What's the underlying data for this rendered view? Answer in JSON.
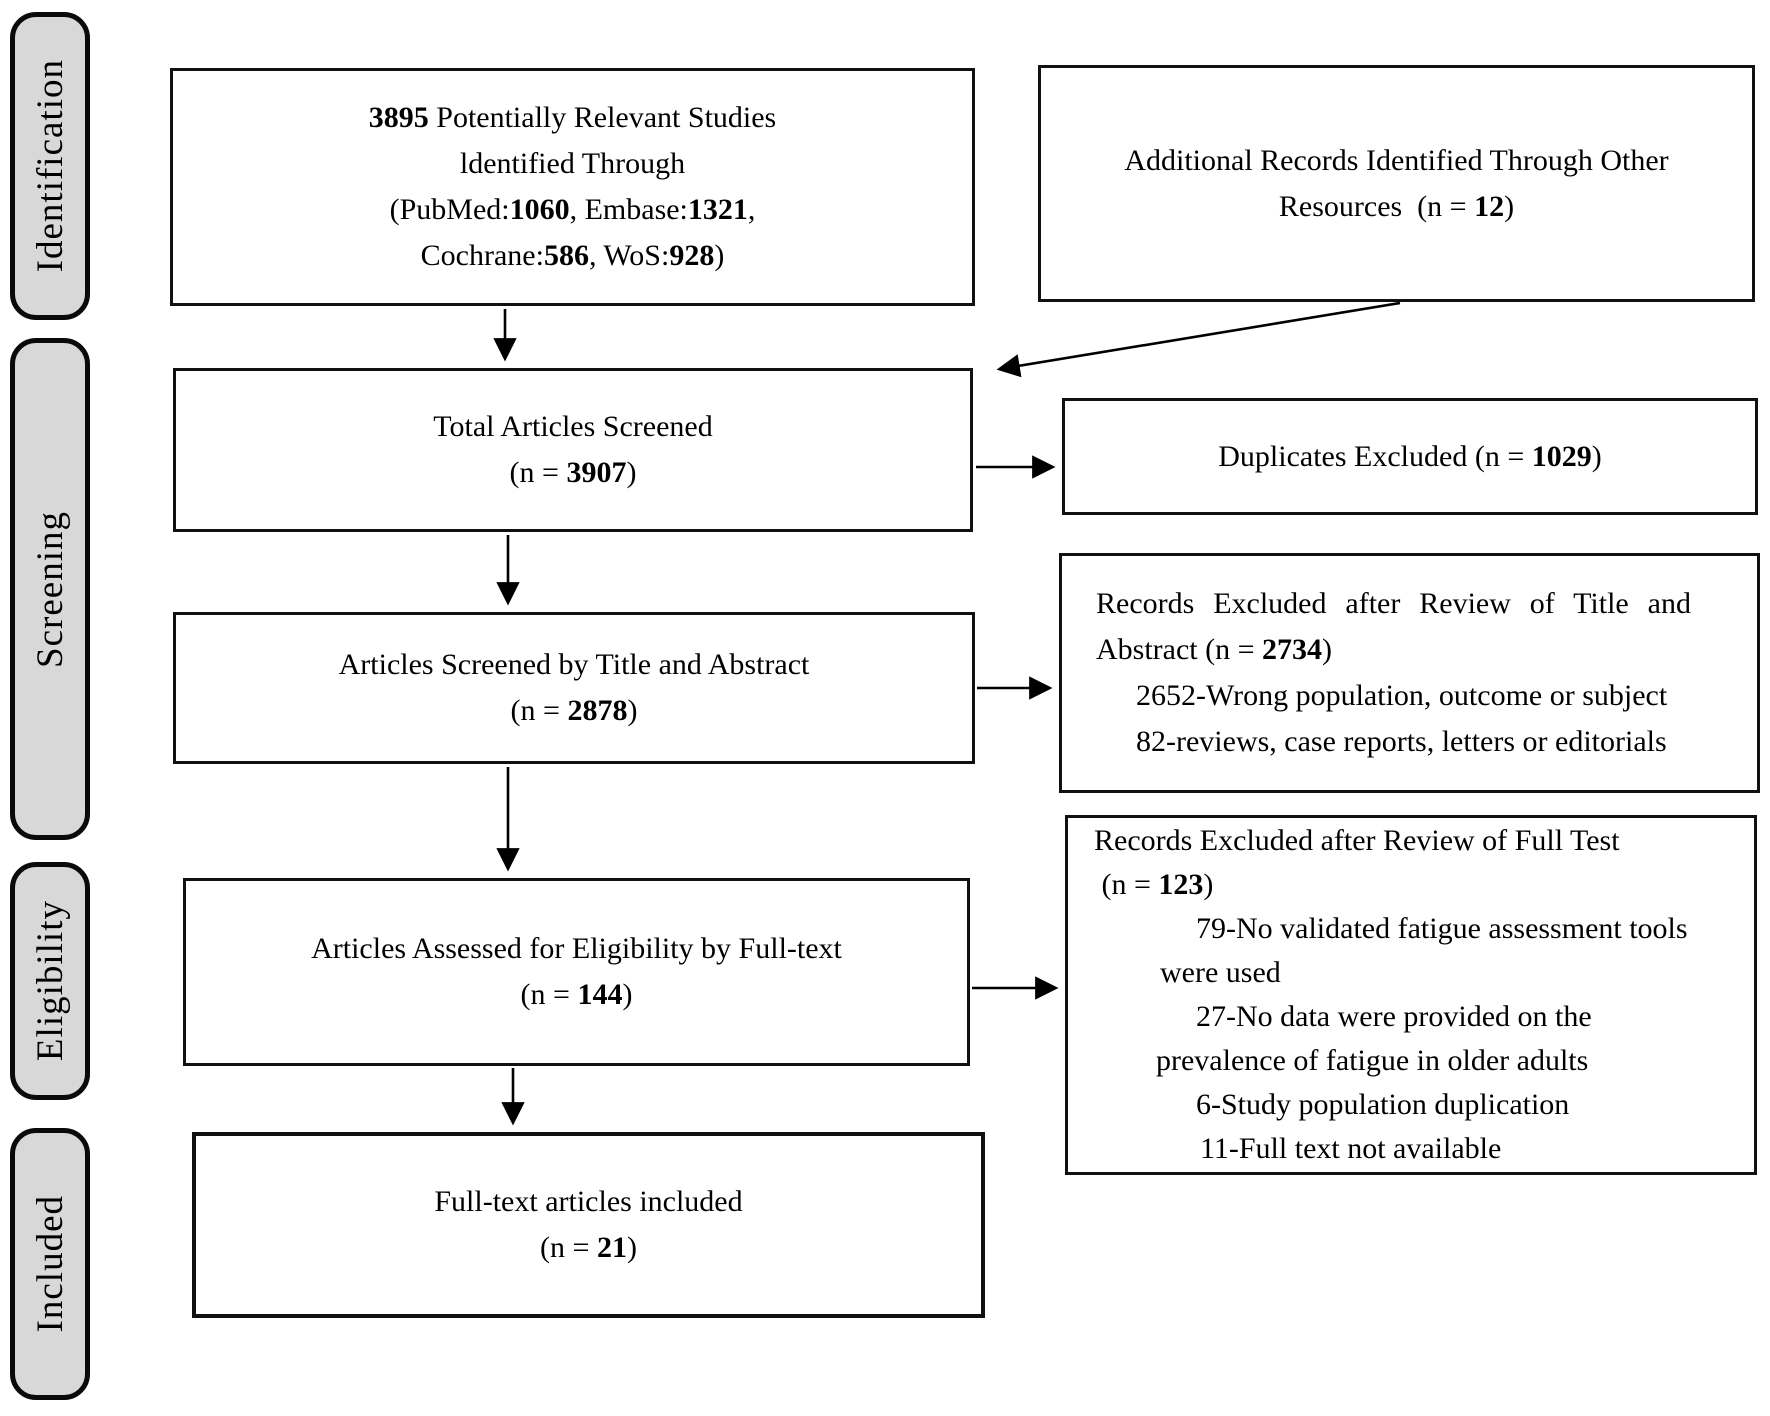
{
  "diagram_type": "prisma-flow-diagram",
  "colors": {
    "stage_label_fill": "#d8d8d8",
    "line_color": "#000000",
    "box_background": "#ffffff"
  },
  "sidebar": {
    "labels": [
      {
        "text": "Identification"
      },
      {
        "text": "Screening"
      },
      {
        "text": "Eligibility"
      },
      {
        "text": "Included"
      }
    ]
  },
  "boxes": {
    "identified": {
      "lines": [
        [
          {
            "t": "3895",
            "b": true
          },
          {
            "t": " Potentially Relevant Studies"
          }
        ],
        [
          {
            "t": "ldentified Through"
          }
        ],
        [
          {
            "t": "(PubMed:"
          },
          {
            "t": "1060",
            "b": true
          },
          {
            "t": ", Embase:"
          },
          {
            "t": "1321",
            "b": true
          },
          {
            "t": ","
          }
        ],
        [
          {
            "t": "Cochrane:"
          },
          {
            "t": "586",
            "b": true
          },
          {
            "t": ", WoS:"
          },
          {
            "t": "928",
            "b": true
          },
          {
            "t": ")"
          }
        ]
      ]
    },
    "additional": {
      "lines": [
        [
          {
            "t": "Additional Records Identified Through Other"
          }
        ],
        [
          {
            "t": "Resources  (n = "
          },
          {
            "t": "12",
            "b": true
          },
          {
            "t": ")"
          }
        ]
      ]
    },
    "total_screened": {
      "lines": [
        [
          {
            "t": "Total Articles Screened"
          }
        ],
        [
          {
            "t": "(n = "
          },
          {
            "t": "3907",
            "b": true
          },
          {
            "t": ")"
          }
        ]
      ]
    },
    "duplicates": {
      "lines": [
        [
          {
            "t": "Duplicates Excluded (n = "
          },
          {
            "t": "1029",
            "b": true
          },
          {
            "t": ")"
          }
        ]
      ]
    },
    "title_abstract": {
      "lines": [
        [
          {
            "t": "Articles Screened by Title and Abstract"
          }
        ],
        [
          {
            "t": "(n = "
          },
          {
            "t": "2878",
            "b": true
          },
          {
            "t": ")"
          }
        ]
      ]
    },
    "excluded_title_abstract": {
      "lines": [
        [
          {
            "t": "Records Excluded after Review of Title and"
          }
        ],
        [
          {
            "t": "Abstract (n = "
          },
          {
            "t": "2734",
            "b": true
          },
          {
            "t": ")"
          }
        ],
        [
          {
            "t": "2652-Wrong population, outcome or subject"
          }
        ],
        [
          {
            "t": "82-reviews, case reports, letters or editorials"
          }
        ]
      ]
    },
    "full_text_assessed": {
      "lines": [
        [
          {
            "t": "Articles Assessed for Eligibility by Full-text"
          }
        ],
        [
          {
            "t": "(n = "
          },
          {
            "t": "144",
            "b": true
          },
          {
            "t": ")"
          }
        ]
      ]
    },
    "excluded_full_text": {
      "lines": [
        [
          {
            "t": "Records Excluded after Review of Full Test"
          }
        ],
        [
          {
            "t": " (n = "
          },
          {
            "t": "123",
            "b": true
          },
          {
            "t": ")"
          }
        ],
        [
          {
            "t": "79-No validated fatigue assessment tools"
          }
        ],
        [
          {
            "t": "were used"
          }
        ],
        [
          {
            "t": "27-No data were provided on the"
          }
        ],
        [
          {
            "t": "prevalence of fatigue in older adults"
          }
        ],
        [
          {
            "t": "6-Study population duplication"
          }
        ],
        [
          {
            "t": "11-Full text not available"
          }
        ]
      ]
    },
    "included": {
      "lines": [
        [
          {
            "t": "Full-text articles included"
          }
        ],
        [
          {
            "t": "(n = "
          },
          {
            "t": "21",
            "b": true
          },
          {
            "t": ")"
          }
        ]
      ]
    }
  }
}
